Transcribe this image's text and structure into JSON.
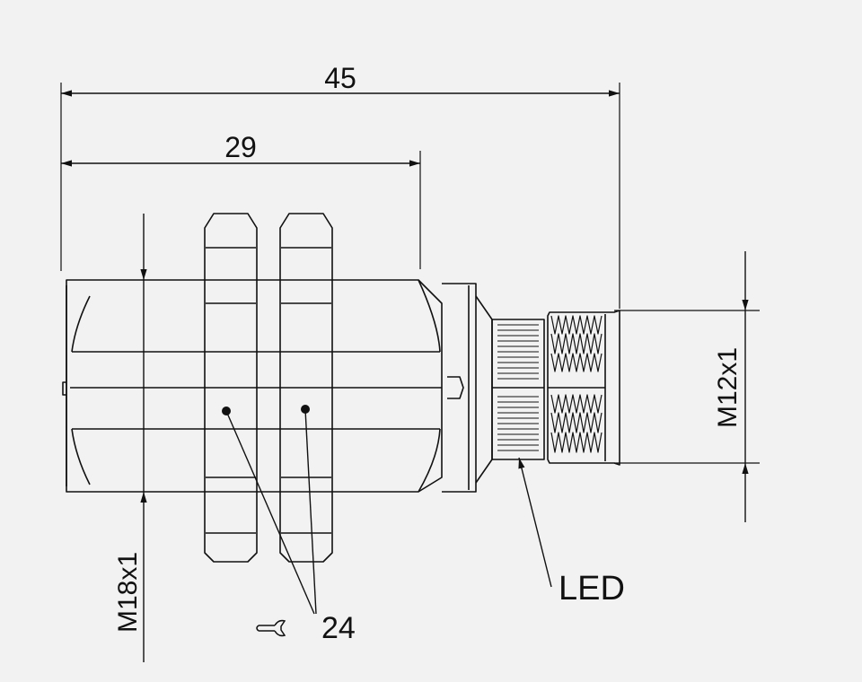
{
  "dimensions": {
    "overall_length": "45",
    "housing_length": "29",
    "housing_thread": "M18x1",
    "connector_thread": "M12x1"
  },
  "callouts": {
    "indicator": "LED",
    "wrench_size": "24"
  },
  "colors": {
    "background": "#f2f2f2",
    "line": "#111111"
  },
  "icons": {
    "wrench": "wrench-icon"
  }
}
